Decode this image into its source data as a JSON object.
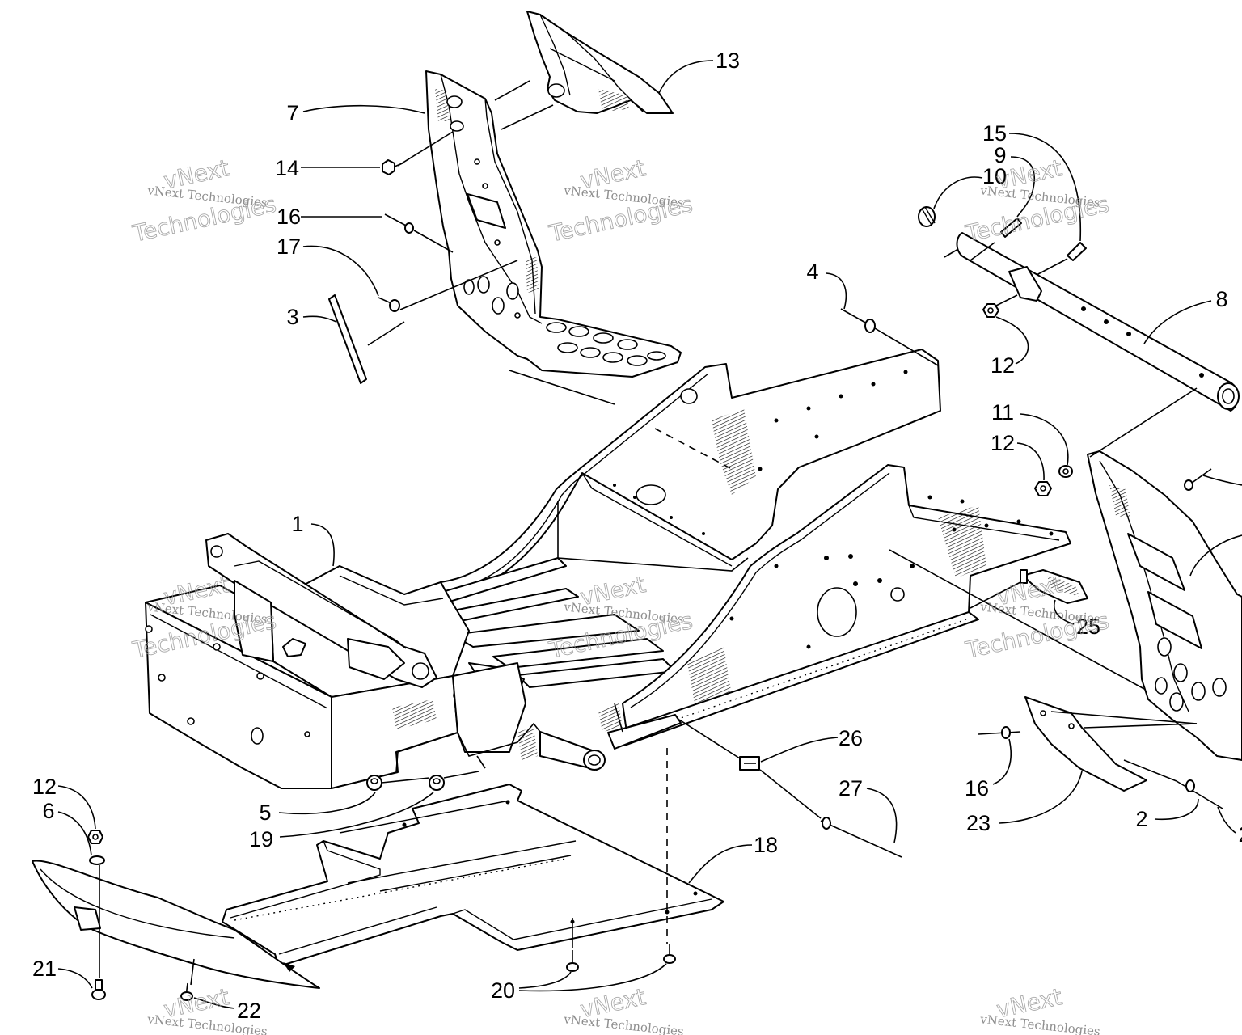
{
  "diagram": {
    "callouts": [
      "13",
      "7",
      "14",
      "16",
      "17",
      "3",
      "15",
      "9",
      "10",
      "4",
      "8",
      "12",
      "11",
      "12",
      "1",
      "25",
      "26",
      "27",
      "16",
      "23",
      "2",
      "12",
      "6",
      "5",
      "19",
      "18",
      "21",
      "22",
      "20",
      "2"
    ]
  },
  "watermark": {
    "brand": "vNext",
    "caption": "vNext Technologies",
    "word": "Technologies"
  }
}
